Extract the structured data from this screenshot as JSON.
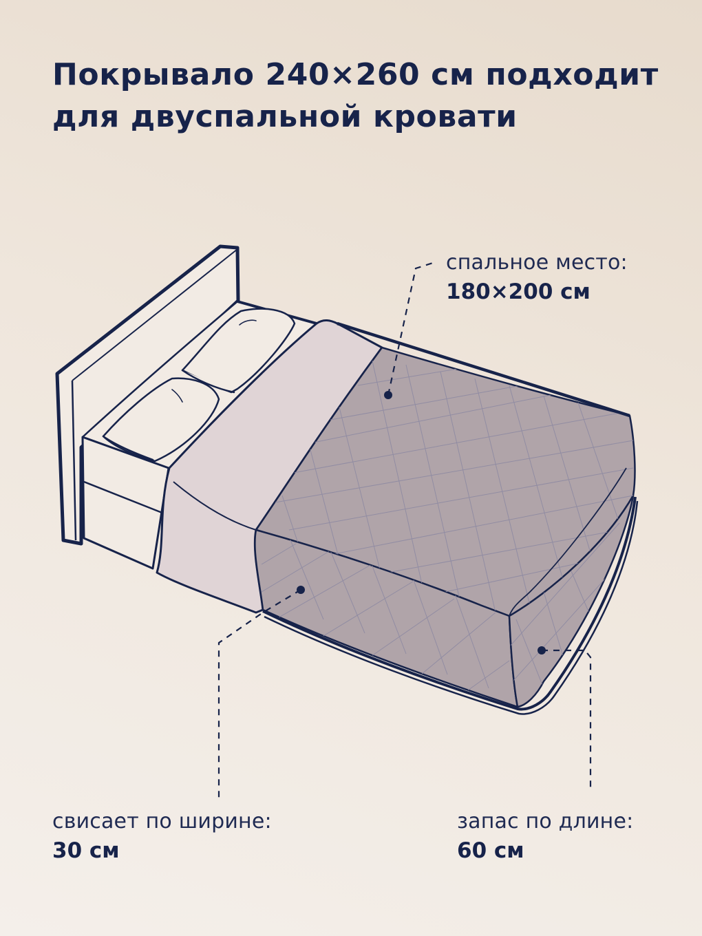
{
  "title": {
    "line1": "Покрывало 240×260 см подходит",
    "line2": "для двуспальной кровати"
  },
  "callouts": {
    "sleeping_area": {
      "caption": "спальное место:",
      "value": "180×200 см"
    },
    "width_overhang": {
      "caption": "свисает по ширине:",
      "value": "30 см"
    },
    "length_reserve": {
      "caption": "запас по длине:",
      "value": "60 см"
    }
  },
  "illustration": {
    "subject": "bed-with-quilted-bedspread",
    "colors": {
      "outline": "#17234a",
      "bedspread": "#b0a4a9",
      "quilt_lines": "#8e8aa2",
      "sheet": "#e0d4d6",
      "bed_body": "#f2ebe4",
      "background_top": "#e7dbcd",
      "background_bottom": "#f4efea"
    }
  }
}
